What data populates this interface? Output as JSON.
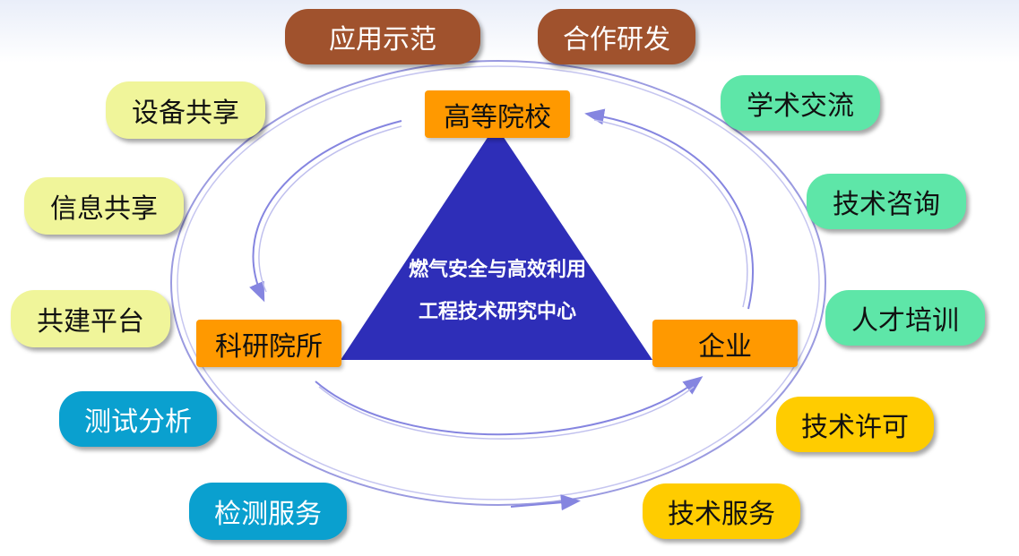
{
  "diagram": {
    "center_lines": [
      "燃气安全与高效利用",
      "工程技术研究中心"
    ],
    "nodes": {
      "university": "高等院校",
      "institute": "科研院所",
      "enterprise": "企业"
    },
    "pills": [
      {
        "key": "application-demo",
        "label": "应用示范",
        "color": "#a0522d",
        "text_color": "#ffffff"
      },
      {
        "key": "joint-rd",
        "label": "合作研发",
        "color": "#a0522d",
        "text_color": "#ffffff"
      },
      {
        "key": "equipment-sharing",
        "label": "设备共享",
        "color": "#f0f59a",
        "text_color": "#111111"
      },
      {
        "key": "info-sharing",
        "label": "信息共享",
        "color": "#f0f59a",
        "text_color": "#111111"
      },
      {
        "key": "co-build-platform",
        "label": "共建平台",
        "color": "#f0f59a",
        "text_color": "#111111"
      },
      {
        "key": "testing-analysis",
        "label": "测试分析",
        "color": "#0aa0cf",
        "text_color": "#ffffff"
      },
      {
        "key": "inspection-service",
        "label": "检测服务",
        "color": "#0aa0cf",
        "text_color": "#ffffff"
      },
      {
        "key": "academic-exchange",
        "label": "学术交流",
        "color": "#5ee6a8",
        "text_color": "#111111"
      },
      {
        "key": "tech-consulting",
        "label": "技术咨询",
        "color": "#5ee6a8",
        "text_color": "#111111"
      },
      {
        "key": "talent-training",
        "label": "人才培训",
        "color": "#5ee6a8",
        "text_color": "#111111"
      },
      {
        "key": "tech-licensing",
        "label": "技术许可",
        "color": "#ffcc00",
        "text_color": "#111111"
      },
      {
        "key": "tech-service",
        "label": "技术服务",
        "color": "#ffcc00",
        "text_color": "#111111"
      }
    ],
    "colors": {
      "triangle": "#2e2eb8",
      "node": "#ff9900",
      "ellipse_stroke": "#9a9ae0",
      "arrow": "#8585e0"
    }
  }
}
